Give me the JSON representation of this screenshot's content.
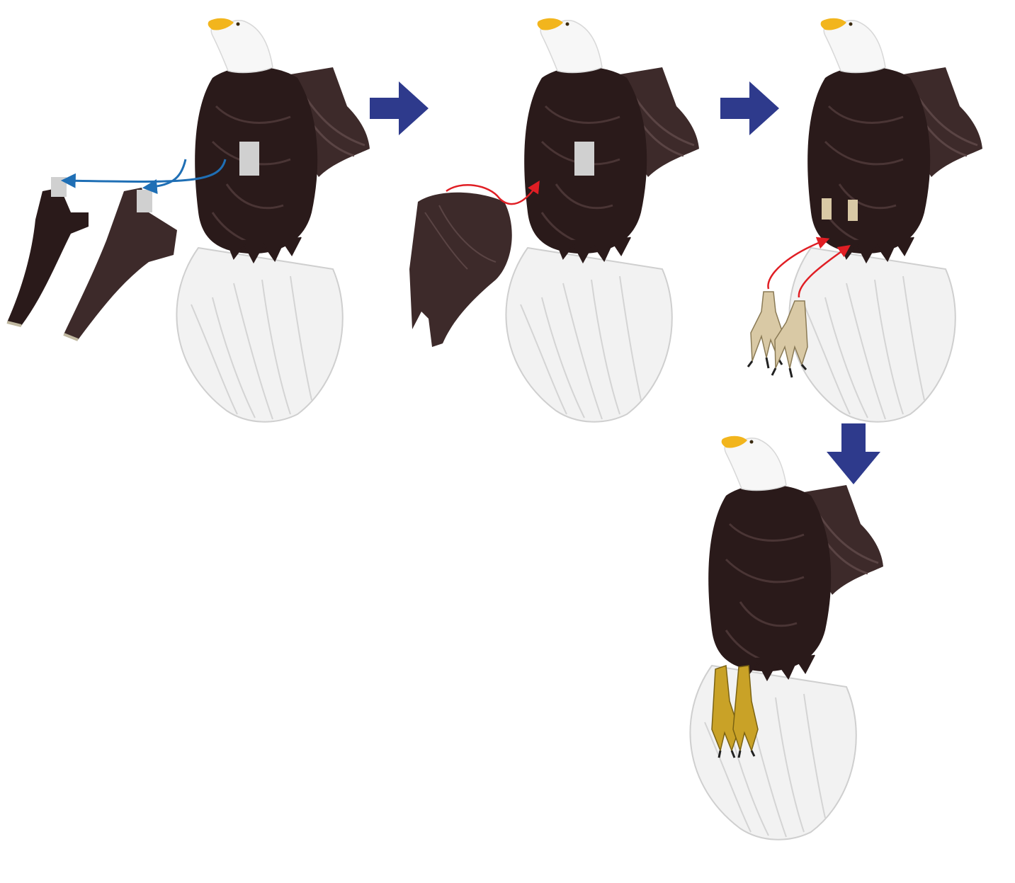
{
  "diagram": {
    "kind": "assembly-steps",
    "subject": "papercraft-bald-eagle",
    "steps": [
      {
        "id": "step-1",
        "parts": [
          "lower-leg-piece-left",
          "lower-leg-piece-right"
        ],
        "connector_color": "#1f6fb5"
      },
      {
        "id": "step-2",
        "parts": [
          "thigh-feather-piece"
        ],
        "connector_color": "#e01e24"
      },
      {
        "id": "step-3",
        "parts": [
          "foot-left",
          "foot-right"
        ],
        "connector_color": "#e01e24"
      },
      {
        "id": "step-4",
        "parts": [],
        "connector_color": ""
      }
    ],
    "step_arrows": [
      {
        "id": "arrow-1-to-2",
        "direction": "right"
      },
      {
        "id": "arrow-2-to-3",
        "direction": "right"
      },
      {
        "id": "arrow-3-to-4",
        "direction": "down"
      }
    ],
    "colors": {
      "step_arrow": "#2e3a8c",
      "feather_dark": "#2a1a1a",
      "feather_mid": "#3d2a2a",
      "feather_white": "#f2f2f2",
      "head_white": "#f7f7f7",
      "beak": "#f2b51d",
      "talon_yellow": "#c9a227",
      "foot_bare": "#d9c9a5",
      "tab_gray": "#d0d0d0"
    }
  }
}
